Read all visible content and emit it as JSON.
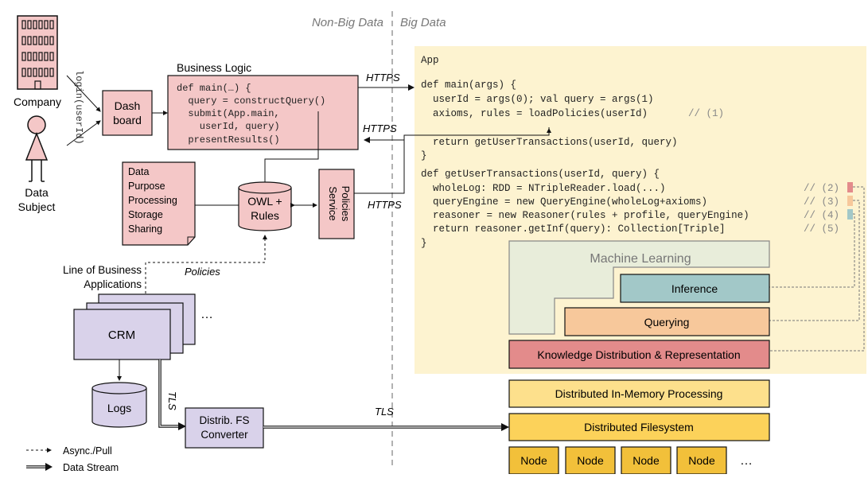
{
  "zones": {
    "left": "Non-Big Data",
    "right": "Big Data"
  },
  "actors": {
    "company": "Company",
    "subject_line1": "Data",
    "subject_line2": "Subject",
    "login": "login(userId)"
  },
  "dashboard": {
    "line1": "Dash",
    "line2": "board"
  },
  "business_logic": {
    "title": "Business Logic",
    "code": [
      "def main(…) {",
      "  query = constructQuery()",
      "  submit(App.main,",
      "    userId, query)",
      "  presentResults()"
    ]
  },
  "policy_doc": [
    "Data",
    "Purpose",
    "Processing",
    "Storage",
    "Sharing"
  ],
  "owl": {
    "line1": "OWL +",
    "line2": "Rules"
  },
  "policies_service": {
    "line1": "Policies",
    "line2": "Service"
  },
  "protocols": {
    "https": "HTTPS",
    "tls": "TLS",
    "policies": "Policies"
  },
  "lob": {
    "title1": "Line of Business",
    "title2": "Applications",
    "crm": "CRM",
    "ellipsis": "…"
  },
  "logs": "Logs",
  "converter": {
    "line1": "Distrib. FS",
    "line2": "Converter"
  },
  "legend": {
    "async": "Async./Pull",
    "stream": "Data Stream"
  },
  "app": {
    "title": "App",
    "code1": [
      "def main(args) {",
      "  userId = args(0); val query = args(1)",
      "  axioms, rules = loadPolicies(userId)",
      "  return getUserTransactions(userId, query)",
      "}"
    ],
    "code1_comment": "// (1)",
    "code2": [
      "def getUserTransactions(userId, query) {",
      "  wholeLog: RDD = NTripleReader.load(...)",
      "  queryEngine = new QueryEngine(wholeLog+axioms)",
      "  reasoner = new Reasoner(rules + profile, queryEngine)",
      "  return reasoner.getInf(query): Collection[Triple]",
      "}"
    ],
    "code2_comments": [
      "// (2)",
      "// (3)",
      "// (4)",
      "// (5)"
    ]
  },
  "stack": {
    "ml": "Machine Learning",
    "inference": "Inference",
    "querying": "Querying",
    "kdr": "Knowledge Distribution & Representation",
    "dimp": "Distributed In-Memory Processing",
    "dfs": "Distributed Filesystem",
    "nodes": [
      "Node",
      "Node",
      "Node",
      "Node"
    ],
    "ellipsis": "…"
  },
  "colors": {
    "pink": "#f4c7c7",
    "app_bg": "#fdf3d0",
    "teal": "#a2c8c8",
    "orange": "#f7c89b",
    "red": "#e38b8b",
    "yellow": "#fde08c",
    "gold": "#fcd25a",
    "node": "#f2c03a",
    "lavender": "#d9d2ea",
    "ml": "#e8edda"
  }
}
